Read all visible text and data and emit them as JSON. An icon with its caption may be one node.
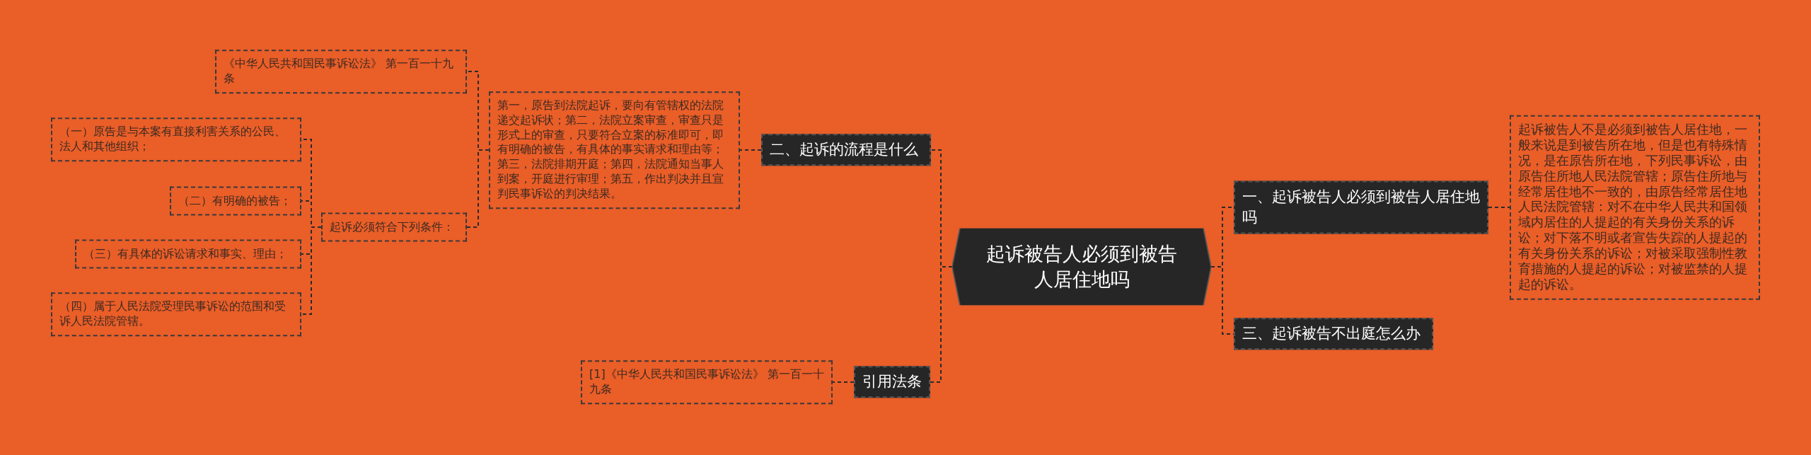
{
  "diagram": {
    "nodes": [
      {
        "text": [
          "起诉被告人必须到被告人居住地吗"
        ]
      },
      {
        "text": [
          "一、起诉被告人必须到被告人居住地吗"
        ]
      },
      {
        "text": [
          "起诉被告人不是必须到被告人居住地，一般来说是到被告所在地，但是也有特殊情况，是在原告所在地，下列民事诉讼，由原告住所地人民法院管辖；原告住所地与经常居住地不一致的，由原告经常居住地人民法院管辖：对不在中华人民共和国领域内居住的人提起的有关身份关系的诉讼；对下落不明或者宣告失踪的人提起的有关身份关系的诉讼；对被采取强制性教育措施的人提起的诉讼；对被监禁的人提起的诉讼。"
        ]
      },
      {
        "text": [
          "三、起诉被告不出庭怎么办"
        ]
      },
      {
        "text": [
          "二、起诉的流程是什么"
        ]
      },
      {
        "text": [
          "第一，原告到法院起诉，要向有管辖权的法院递交起诉状；第二，法院立案审查，审查只是形式上的审查，只要符合立案的标准即可，即有明确的被告，有具体的事实请求和理由等；第三，法院排期开庭；第四，法院通知当事人到案，开庭进行审理；第五，作出判决并且宣判民事诉讼的判决结果。"
        ]
      },
      {
        "text": [
          "《中华人民共和国民事诉讼法》 第一百一十九条"
        ]
      },
      {
        "text": [
          "起诉必须符合下列条件："
        ]
      },
      {
        "text": [
          "（一）原告是与本案有直接利害关系的公民、法人和其他组织；"
        ]
      },
      {
        "text": [
          "（二）有明确的被告；"
        ]
      },
      {
        "text": [
          "（三）有具体的诉讼请求和事实、理由；"
        ]
      },
      {
        "text": [
          "（四）属于人民法院受理民事诉讼的范围和受诉人民法院管辖。"
        ]
      },
      {
        "text": [
          "引用法条"
        ]
      },
      {
        "text": [
          "[1]《中华人民共和国民事诉讼法》 第一百一十九条"
        ]
      }
    ],
    "edges": [
      {
        "from": 0,
        "to": 1,
        "arrow": "none"
      },
      {
        "from": 1,
        "to": 2,
        "arrow": "none"
      },
      {
        "from": 0,
        "to": 3,
        "arrow": "none"
      },
      {
        "from": 0,
        "to": 4,
        "arrow": "none"
      },
      {
        "from": 4,
        "to": 5,
        "arrow": "none"
      },
      {
        "from": 5,
        "to": 6,
        "arrow": "none"
      },
      {
        "from": 5,
        "to": 7,
        "arrow": "none"
      },
      {
        "from": 7,
        "to": 8,
        "arrow": "none"
      },
      {
        "from": 7,
        "to": 9,
        "arrow": "none"
      },
      {
        "from": 7,
        "to": 10,
        "arrow": "none"
      },
      {
        "from": 7,
        "to": 11,
        "arrow": "none"
      },
      {
        "from": 0,
        "to": 12,
        "arrow": "none"
      },
      {
        "from": 12,
        "to": 13,
        "arrow": "none"
      }
    ]
  }
}
